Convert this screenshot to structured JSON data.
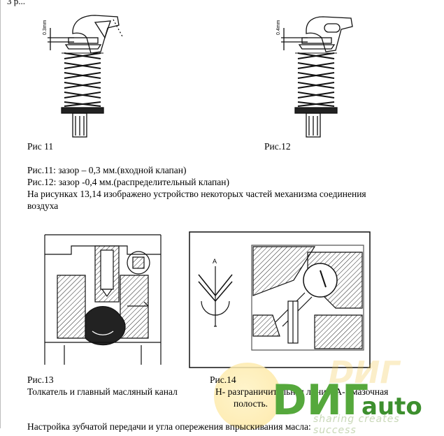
{
  "top_cut_text": "3 р...",
  "figures": {
    "fig11": {
      "caption": "Рис 11",
      "clearance_label": "0.3mm"
    },
    "fig12": {
      "caption": "Рис.12",
      "clearance_label": "0.4mm"
    },
    "fig13": {
      "caption": "Рис.13"
    },
    "fig14": {
      "caption": "Рис.14",
      "marker_label": "A"
    }
  },
  "text": {
    "line1": "Рис.11: зазор – 0,3 мм.(входной клапан)",
    "line2": "Рис.12: зазор -0,4 мм.(распределительный клапан)",
    "line3": "На рисунках 13,14 изображено устройство некоторых частей механизма соединения",
    "line4": "воздуха",
    "desc13": "Толкатель и главный масляный канал",
    "desc14a": "Н- разграничительная линия, А- смазочная",
    "desc14b": "полость.",
    "bottom_cut": "Настройка зубчатой передачи и угла опережения впрыскивания масла:"
  },
  "watermark": {
    "logo": "DИГ",
    "word": "auto",
    "tagline": "sharing creates success",
    "background_text": "DИГ"
  }
}
